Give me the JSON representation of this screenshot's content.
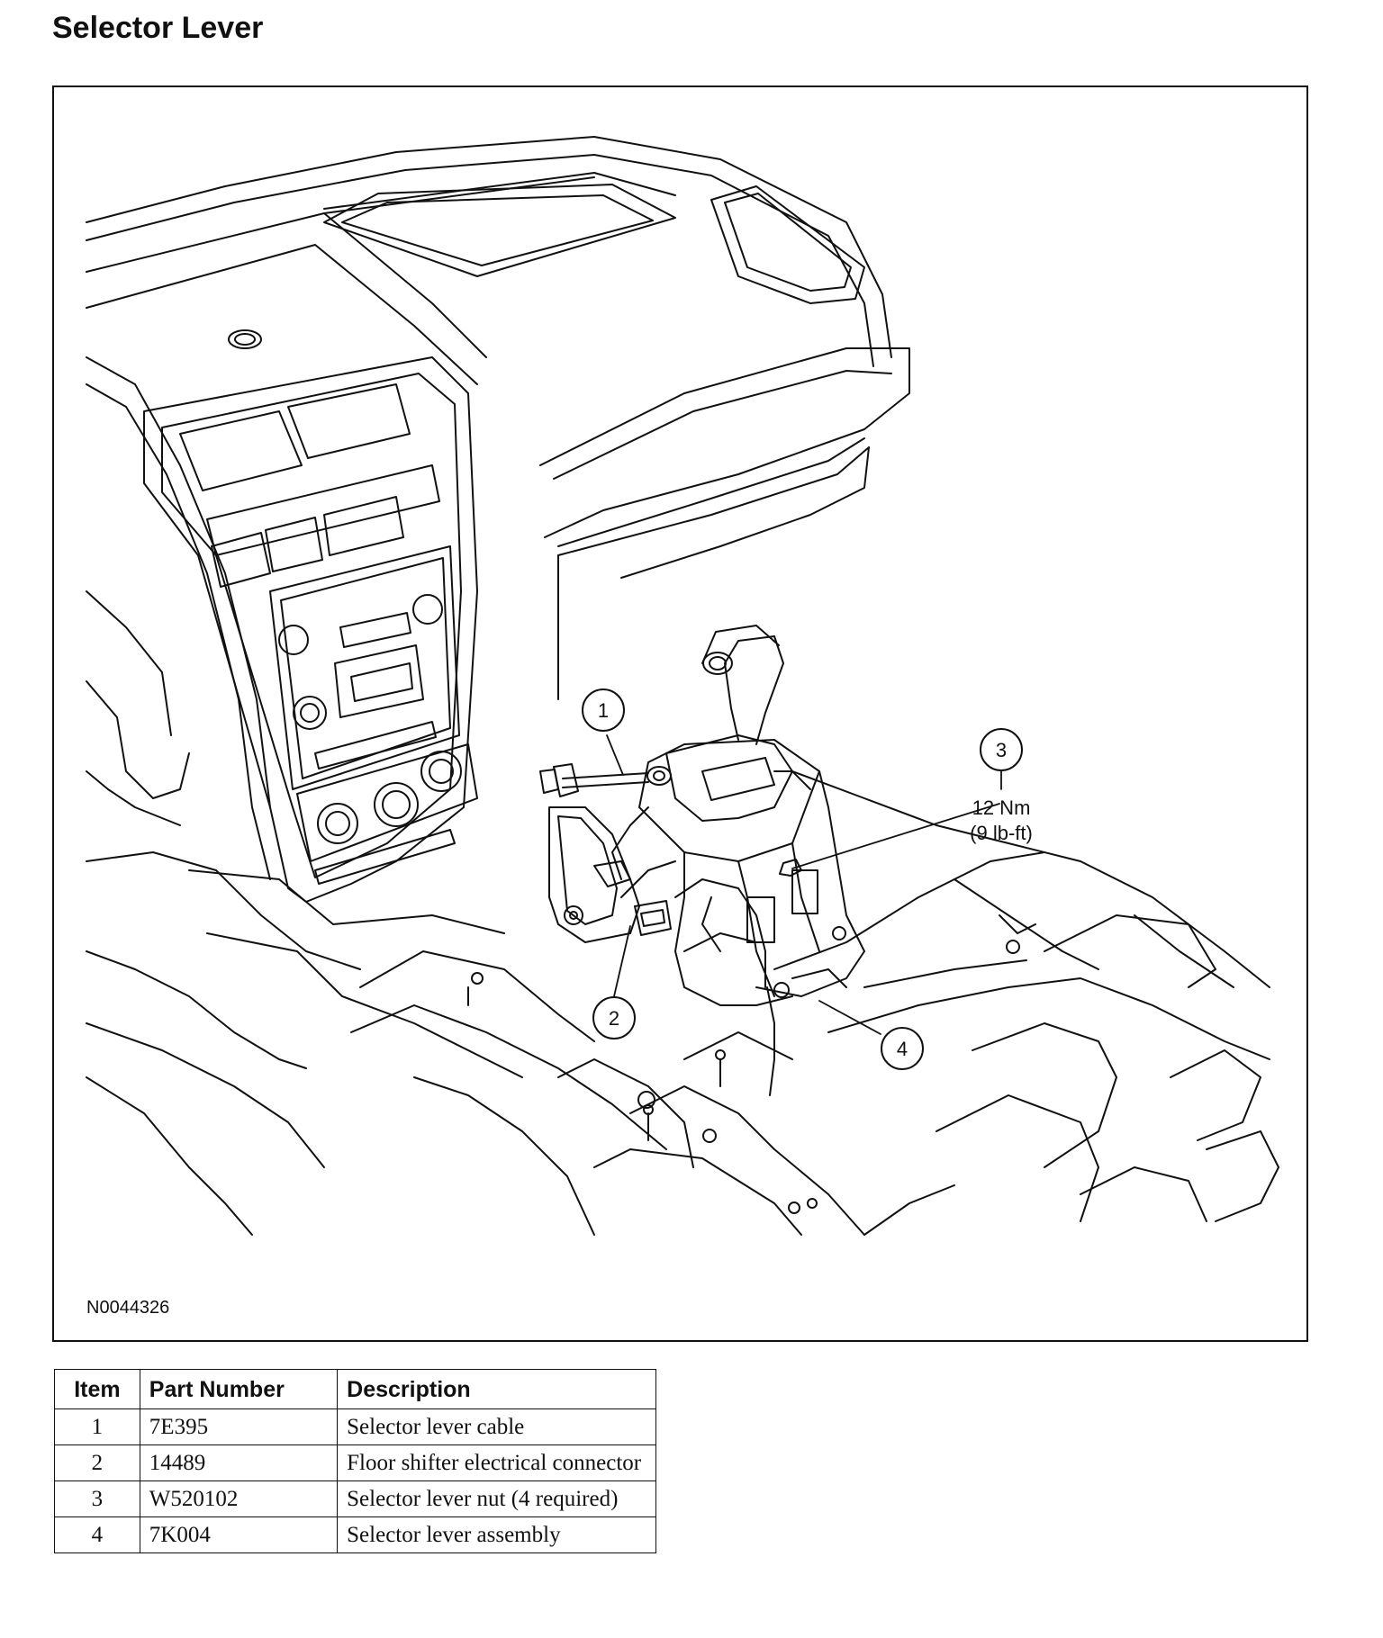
{
  "title": "Selector Lever",
  "figure": {
    "id": "N0044326",
    "callouts": [
      {
        "number": "1"
      },
      {
        "number": "2"
      },
      {
        "number": "3",
        "torque": "12 Nm",
        "torque_imperial": "(9 lb-ft)"
      },
      {
        "number": "4"
      }
    ]
  },
  "table": {
    "headers": [
      "Item",
      "Part Number",
      "Description"
    ],
    "rows": [
      {
        "item": "1",
        "part_number": "7E395",
        "description": "Selector lever cable"
      },
      {
        "item": "2",
        "part_number": "14489",
        "description": "Floor shifter electrical connector"
      },
      {
        "item": "3",
        "part_number": "W520102",
        "description": "Selector lever nut (4 required)"
      },
      {
        "item": "4",
        "part_number": "7K004",
        "description": "Selector lever assembly"
      }
    ]
  }
}
